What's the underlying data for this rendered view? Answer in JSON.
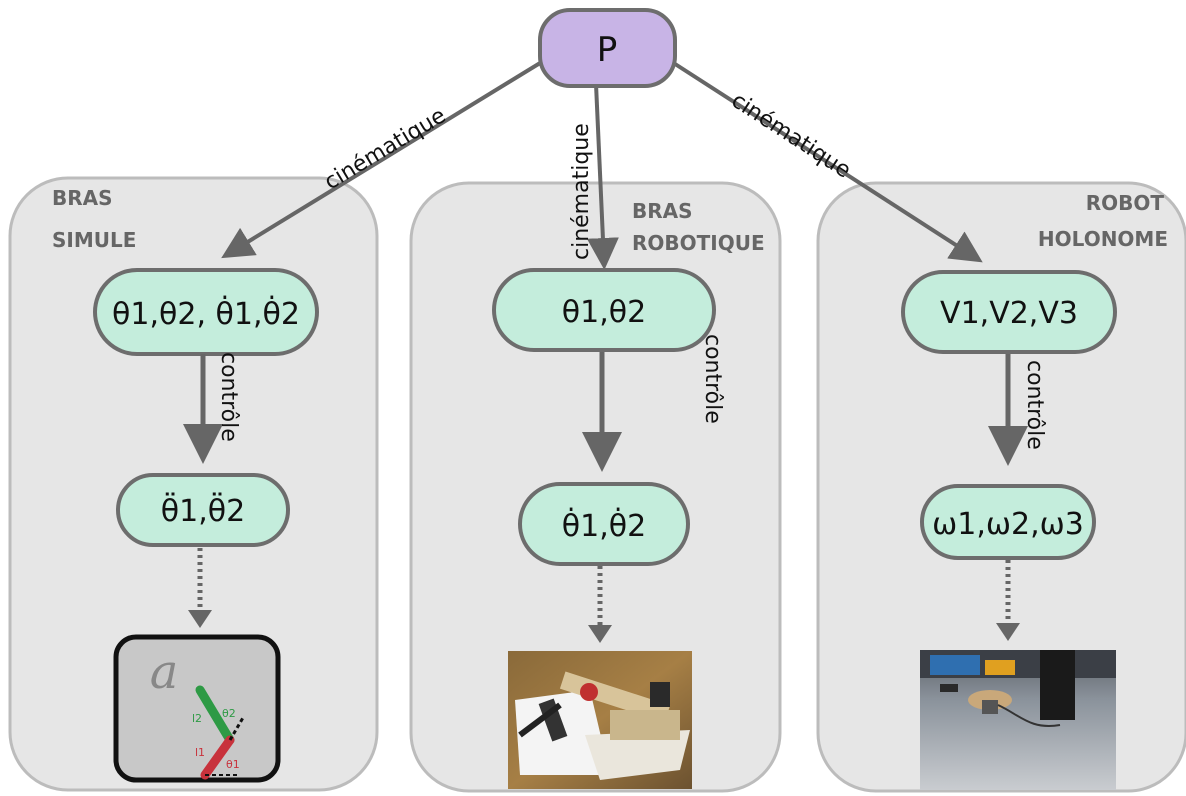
{
  "colors": {
    "panel_fill": "#e6e6e6",
    "panel_stroke": "#bcbcbc",
    "root_fill": "#c8b4e6",
    "node_fill": "#c4eddc",
    "node_stroke": "#6d6d6d",
    "arrow": "#666666",
    "sim_green": "#2e9a45",
    "sim_red": "#c8323c"
  },
  "root": {
    "label": "P"
  },
  "panels": [
    {
      "title_line1": "BRAS",
      "title_line2": "SIMULE",
      "kinematics_label": "cinématique",
      "state_node": "θ1,θ2, θ̇1,θ̇2",
      "control_label": "contrôle",
      "command_node": "θ̈1,θ̈2",
      "output": "simulation-thumbnail"
    },
    {
      "title_line1": "BRAS",
      "title_line2": "ROBOTIQUE",
      "kinematics_label": "cinématique",
      "state_node": "θ1,θ2",
      "control_label": "contrôle",
      "command_node": "θ̇1,θ̇2",
      "output": "robot-arm-photo"
    },
    {
      "title_line1": "ROBOT",
      "title_line2": "HOLONOME",
      "kinematics_label": "cinématique",
      "state_node": "V1,V2,V3",
      "control_label": "contrôle",
      "command_node": "ω1,ω2,ω3",
      "output": "holonomic-robot-photo"
    }
  ],
  "simulation": {
    "script_a": "a",
    "l1": "l1",
    "l2": "l2",
    "theta1": "θ1",
    "theta2": "θ2"
  }
}
